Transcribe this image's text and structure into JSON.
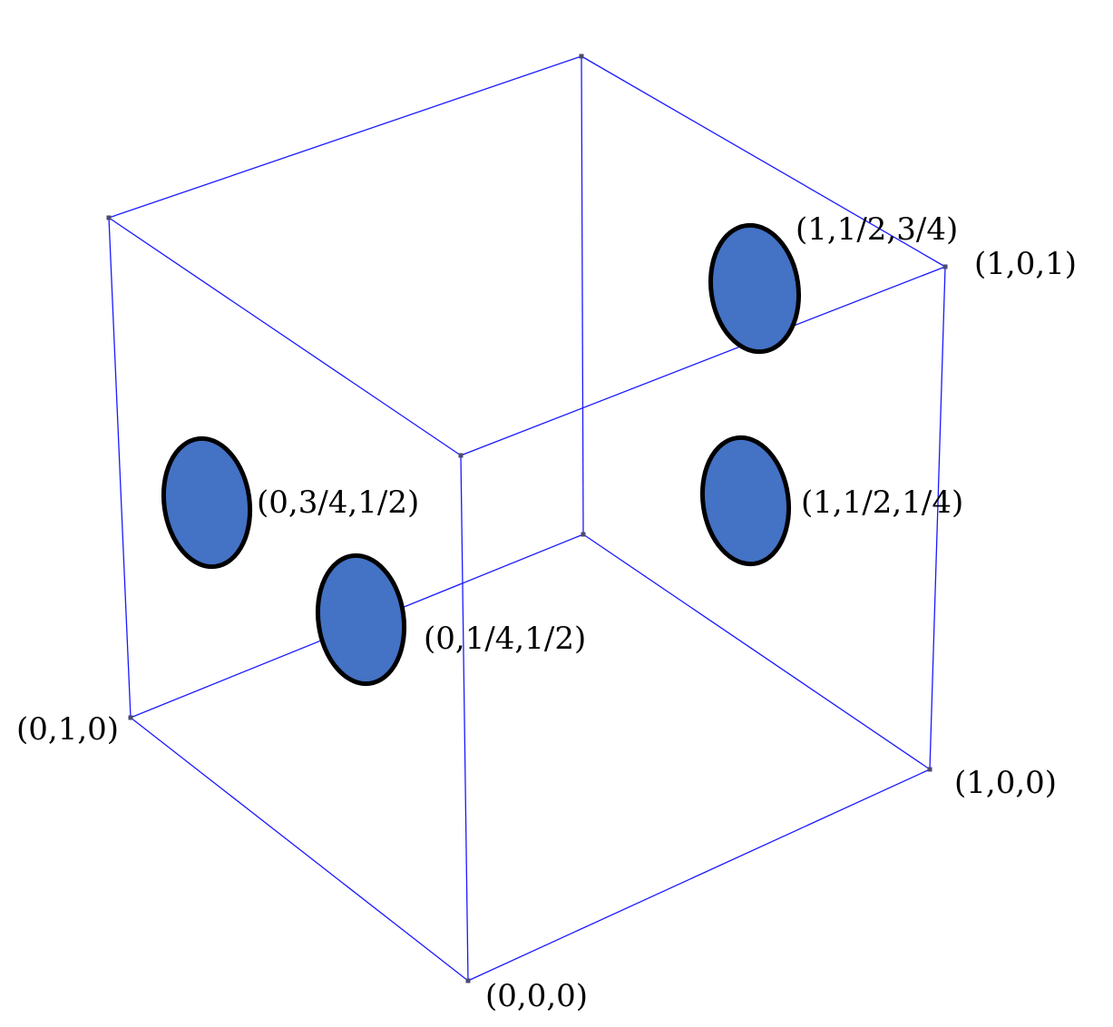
{
  "vertex_labels": {
    "v000": "(0,0,0)",
    "v100": "(1,0,0)",
    "v010": "(0,1,0)",
    "v101": "(1,0,1)"
  },
  "atoms": [
    {
      "id": "atom-1",
      "label": "(1,1/2,3/4)"
    },
    {
      "id": "atom-2",
      "label": "(0,3/4,1/2)"
    },
    {
      "id": "atom-3",
      "label": "(1,1/2,1/4)"
    },
    {
      "id": "atom-4",
      "label": "(0,1/4,1/2)"
    }
  ],
  "colors": {
    "edge": "#1a1aff",
    "atom_fill": "#4472c4",
    "atom_stroke": "#000000"
  }
}
